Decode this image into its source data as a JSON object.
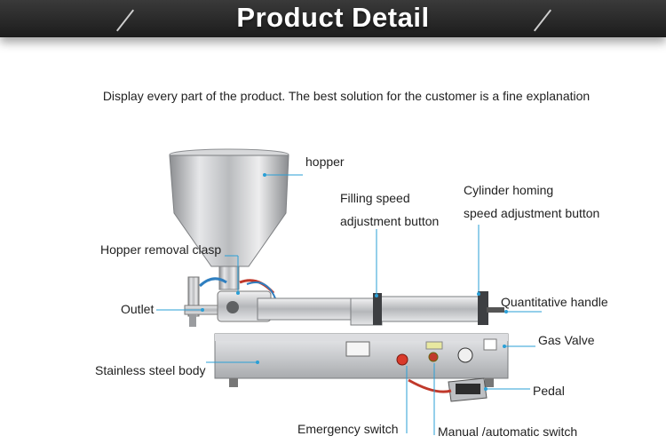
{
  "header": {
    "title": "Product Detail"
  },
  "intro": "Display every part of the product. The best solution for the customer is a fine explanation",
  "labels": {
    "hopper": "hopper",
    "filling_speed_1": "Filling speed",
    "filling_speed_2": "adjustment button",
    "cylinder_1": "Cylinder homing",
    "cylinder_2": "speed adjustment button",
    "hopper_clasp": "Hopper removal clasp",
    "outlet": "Outlet",
    "quantitative_handle": "Quantitative handle",
    "gas_valve": "Gas Valve",
    "body": "Stainless steel body",
    "pedal": "Pedal",
    "emergency": "Emergency switch",
    "manual": "Manual /automatic switch"
  },
  "colors": {
    "leader": "#2a9fd6",
    "banner": "#2a2a2a"
  }
}
